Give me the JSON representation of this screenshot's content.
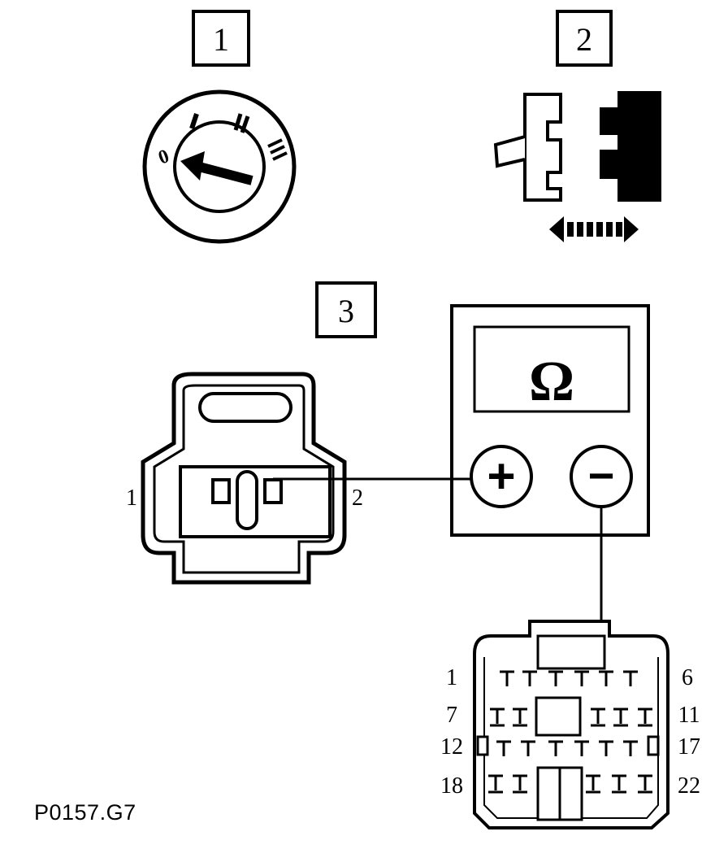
{
  "steps": [
    {
      "number": "1",
      "description_icon": "ignition-switch-off"
    },
    {
      "number": "2",
      "description_icon": "disconnect-connector"
    },
    {
      "number": "3",
      "description_icon": "ohmmeter-measure"
    }
  ],
  "ignition_positions": [
    "0",
    "I",
    "II",
    "III"
  ],
  "meter": {
    "unit_symbol": "Ω",
    "positive_symbol": "+",
    "negative_symbol": "−"
  },
  "sensor_connector": {
    "pin_left": "1",
    "pin_right": "2"
  },
  "ecu_connector": {
    "row_labels_left": [
      "1",
      "7",
      "12",
      "18"
    ],
    "row_labels_right": [
      "6",
      "11",
      "17",
      "22"
    ]
  },
  "figure_code": "P0157.G7",
  "colors": {
    "ink": "#000000",
    "paper": "#ffffff"
  }
}
